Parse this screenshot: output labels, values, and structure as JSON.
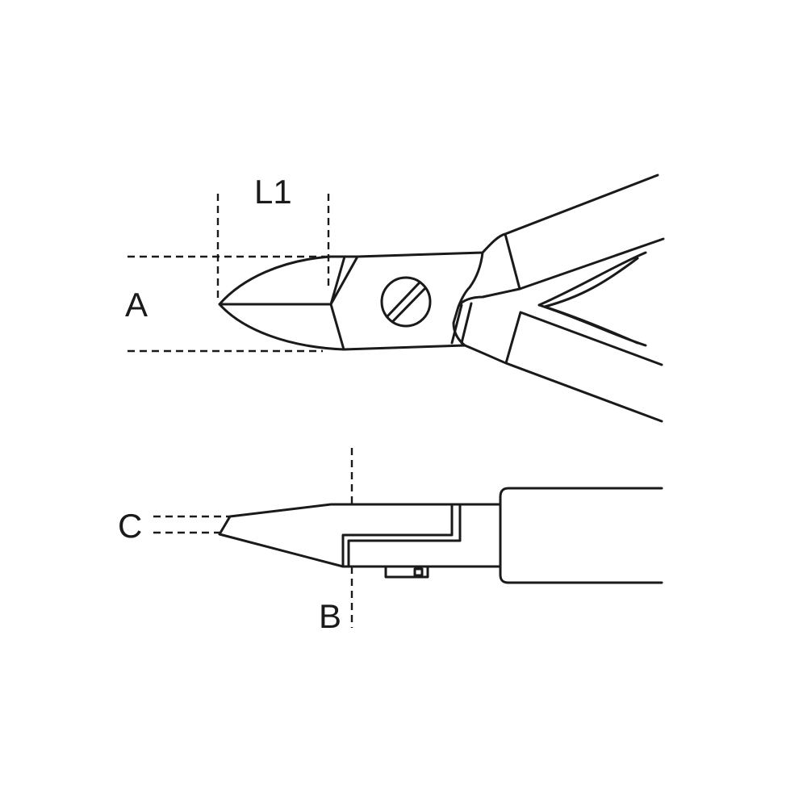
{
  "labels": {
    "l1": "L1",
    "a": "A",
    "b": "B",
    "c": "C"
  },
  "colors": {
    "stroke": "#1a1a1a",
    "background": "#ffffff"
  }
}
